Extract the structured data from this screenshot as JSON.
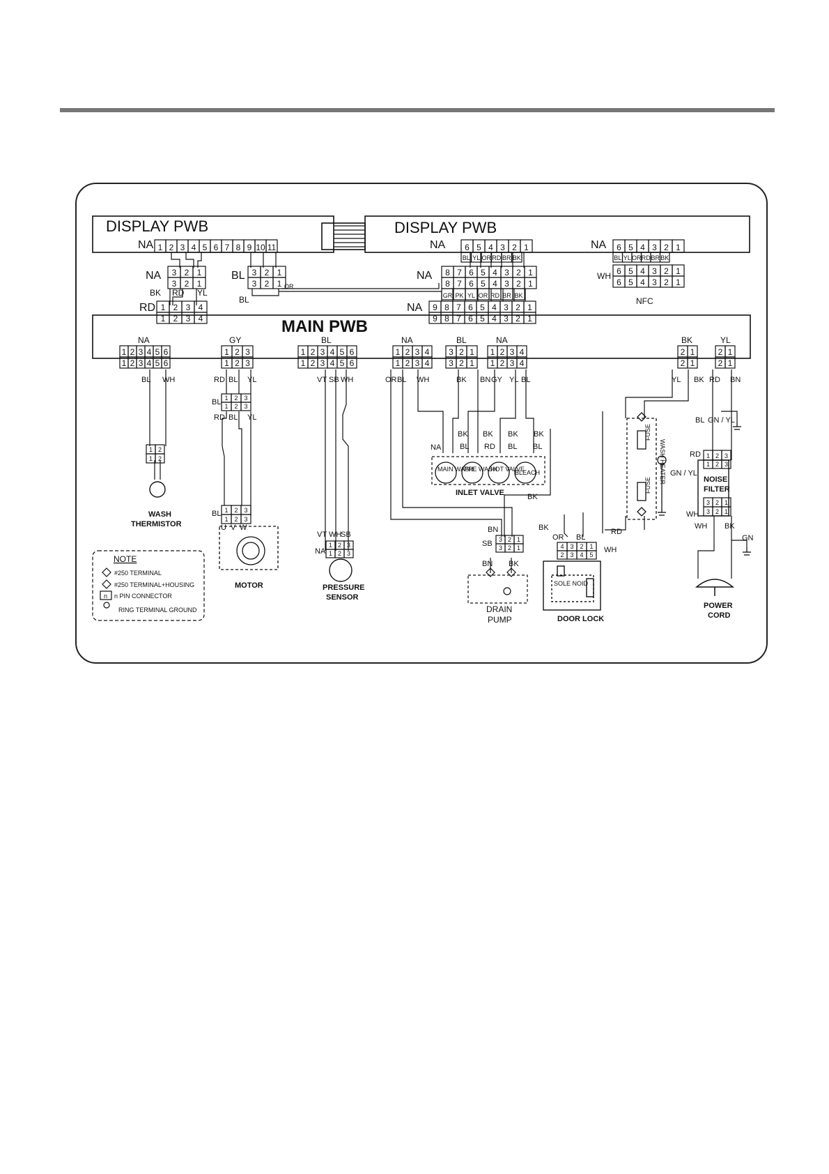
{
  "boards": {
    "display_left": "DISPLAY PWB",
    "display_right": "DISPLAY PWB",
    "main": "MAIN PWB"
  },
  "connectors": {
    "disp_left_na": {
      "label": "NA",
      "pins": [
        "1",
        "2",
        "3",
        "4",
        "5",
        "6",
        "7",
        "8",
        "9",
        "10",
        "11"
      ]
    },
    "disp_right_na": {
      "label": "NA",
      "pins": [
        "6",
        "5",
        "4",
        "3",
        "2",
        "1"
      ],
      "wires": [
        "BL",
        "YL",
        "OR",
        "RD",
        "BR",
        "BK"
      ]
    },
    "nfc_na": {
      "label": "NA",
      "pins": [
        "6",
        "5",
        "4",
        "3",
        "2",
        "1"
      ],
      "wires": [
        "BL",
        "YL",
        "OR",
        "RD",
        "BR",
        "BK"
      ]
    },
    "nfc_wh": {
      "label": "WH",
      "pins": [
        "6",
        "5",
        "4",
        "3",
        "2",
        "1"
      ]
    },
    "nfc_label": "NFC",
    "mid_na": {
      "label": "NA",
      "pins": [
        "8",
        "7",
        "6",
        "5",
        "4",
        "3",
        "2",
        "1"
      ],
      "wires": [
        "GR",
        "PK",
        "YL",
        "OR",
        "RD",
        "BR",
        "BK"
      ]
    },
    "main_top_na": {
      "label": "NA",
      "pins": [
        "9",
        "8",
        "7",
        "6",
        "5",
        "4",
        "3",
        "2",
        "1"
      ]
    },
    "na_321": {
      "label": "NA",
      "pins": [
        "3",
        "2",
        "1"
      ]
    },
    "bl_321": {
      "label": "BL",
      "pins": [
        "3",
        "2",
        "1"
      ],
      "wire": "OR"
    },
    "rd_1234": {
      "label": "RD",
      "pins": [
        "1",
        "2",
        "3",
        "4"
      ],
      "wires_top": [
        "BK",
        "RD",
        "YL"
      ],
      "wire_bl": "BL"
    },
    "main_thermistor": {
      "label": "NA",
      "pins": [
        "1",
        "2",
        "3",
        "4",
        "5",
        "6"
      ],
      "wires": [
        "BL",
        "WH"
      ]
    },
    "main_motor": {
      "label": "GY",
      "pins": [
        "1",
        "2",
        "3"
      ],
      "wires": [
        "RD",
        "BL",
        "YL"
      ]
    },
    "main_pressure": {
      "label": "BL",
      "pins": [
        "1",
        "2",
        "3",
        "4",
        "5",
        "6"
      ],
      "wires": [
        "VT",
        "SB",
        "WH"
      ]
    },
    "main_na4": {
      "label": "NA",
      "pins": [
        "1",
        "2",
        "3",
        "4"
      ],
      "wires": [
        "OR",
        "BL",
        "WH"
      ]
    },
    "main_bl3": {
      "label": "BL",
      "pins": [
        "3",
        "2",
        "1"
      ],
      "wires": [
        "BK"
      ]
    },
    "main_na4b": {
      "label": "NA",
      "pins": [
        "1",
        "2",
        "3",
        "4"
      ],
      "wires": [
        "BN",
        "GY",
        "YL",
        "BL"
      ]
    },
    "main_bk": {
      "label": "BK",
      "pins": [
        "2",
        "1"
      ],
      "wires": [
        "YL",
        "BK"
      ]
    },
    "main_yl": {
      "label": "YL",
      "pins": [
        "2",
        "1"
      ],
      "wires": [
        "RD",
        "BN"
      ]
    }
  },
  "thermistor": {
    "pins": [
      "1",
      "2"
    ],
    "label_line1": "WASH",
    "label_line2": "THERMISTOR"
  },
  "motor": {
    "wires_top": [
      "BL",
      "RD",
      "BL",
      "YL"
    ],
    "pins": [
      "1",
      "2",
      "3"
    ],
    "terminals": [
      "U",
      "V",
      "W"
    ],
    "label": "MOTOR"
  },
  "pressure": {
    "wires": [
      "VT",
      "WH",
      "SB"
    ],
    "label": "NA",
    "pins": [
      "1",
      "2",
      "3"
    ],
    "label_line1": "PRESSURE",
    "label_line2": "SENSOR"
  },
  "inlet": {
    "wires": [
      "BK",
      "BK",
      "BK",
      "BK",
      "BL",
      "BL",
      "RD",
      "BL",
      "BK"
    ],
    "na": "NA",
    "valves": [
      "MAIN WASH",
      "PRE WASH",
      "HOT VALVE",
      "BLEACH"
    ],
    "label": "INLET VALVE"
  },
  "drain": {
    "wires": [
      "BN",
      "SB",
      "BN",
      "BK",
      "BK"
    ],
    "pins": [
      "3",
      "2",
      "1"
    ],
    "label_line1": "DRAIN",
    "label_line2": "PUMP"
  },
  "doorlock": {
    "wires": [
      "OR",
      "BL",
      "RD",
      "WH"
    ],
    "pins_top": [
      "4",
      "3",
      "2",
      "1"
    ],
    "pins_bottom": [
      "2",
      "3",
      "4",
      "5"
    ],
    "solenoid": "SOLE NOID",
    "label": "DOOR LOCK"
  },
  "heater": {
    "fuse": "FUSE",
    "label": "WASH HEATER",
    "gnd_wire": "GN / YL"
  },
  "noise_filter": {
    "label_line1": "NOISE",
    "label_line2": "FILTER",
    "wires": [
      "BL",
      "GN / YL",
      "RD",
      "WH",
      "WH",
      "BK",
      "GN"
    ],
    "pins_top": [
      "1",
      "2",
      "3"
    ],
    "pins_bottom": [
      "3",
      "2",
      "1"
    ]
  },
  "power_cord": {
    "label_line1": "POWER",
    "label_line2": "CORD"
  },
  "legend": {
    "title": "NOTE",
    "items": [
      "#250 TERMINAL",
      "#250 TERMINAL+HOUSING",
      "n PIN CONNECTOR",
      "RING TERMINAL GROUND"
    ],
    "n": "n"
  }
}
